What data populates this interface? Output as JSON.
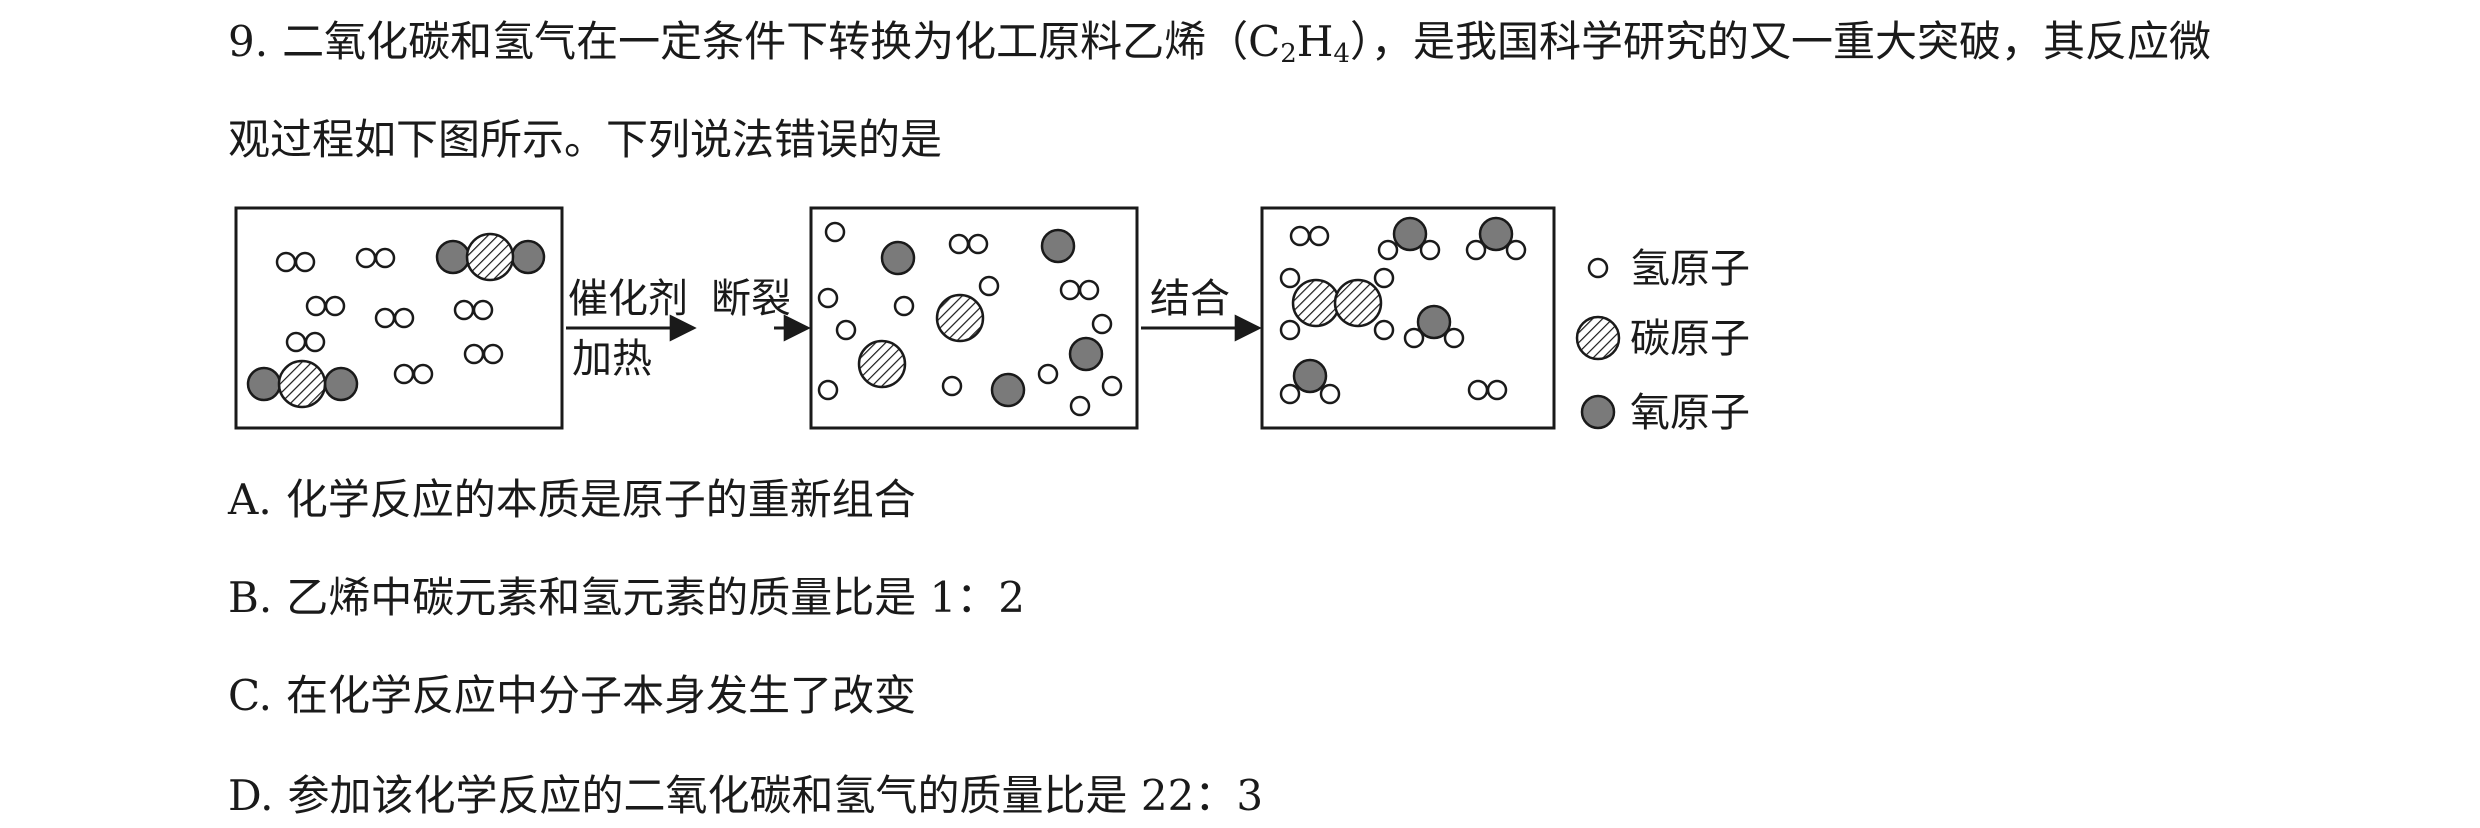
{
  "question": {
    "number": "9.",
    "text_line1_a": "二氧化碳和氢气在一定条件下转换为化工原料乙烯（",
    "formula_c": "C",
    "formula_c_sub": "2",
    "formula_h": "H",
    "formula_h_sub": "4",
    "text_line1_b": "），是我国科学研究的又一重大突破，其反应微",
    "text_line2": "观过程如下图所示。下列说法错误的是"
  },
  "diagram": {
    "step1_label_top": "催化剂",
    "step1_label_bottom": "加热",
    "step2_label": "断裂",
    "step3_label": "结合",
    "legend": {
      "hydrogen": "氢原子",
      "carbon": "碳原子",
      "oxygen": "氧原子"
    },
    "colors": {
      "oxygen_fill": "#7a7a7a",
      "outline": "#1a1a1a",
      "background": "#ffffff"
    }
  },
  "options": [
    {
      "letter": "A.",
      "text": "化学反应的本质是原子的重新组合"
    },
    {
      "letter": "B.",
      "text": "乙烯中碳元素和氢元素的质量比是 1：2"
    },
    {
      "letter": "C.",
      "text": "在化学反应中分子本身发生了改变"
    },
    {
      "letter": "D.",
      "text": "参加该化学反应的二氧化碳和氢气的质量比是 22：3"
    }
  ]
}
